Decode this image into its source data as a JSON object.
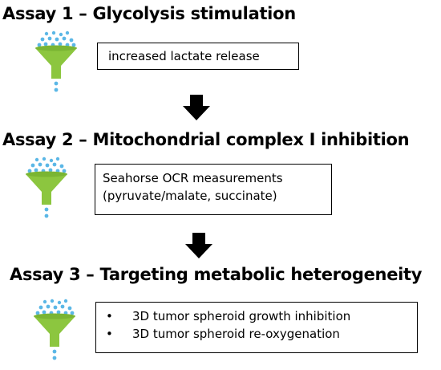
{
  "assays": [
    {
      "title": "Assay 1 – Glycolysis stimulation",
      "lines": [
        "increased lactate release"
      ]
    },
    {
      "title": "Assay 2 – Mitochondrial complex I inhibition",
      "lines": [
        "Seahorse OCR measurements",
        "(pyruvate/malate, succinate)"
      ]
    },
    {
      "title": "Assay 3 – Targeting metabolic heterogeneity",
      "bullet": "•",
      "lines": [
        "3D tumor spheroid growth inhibition",
        "3D tumor spheroid re-oxygenation"
      ]
    }
  ],
  "icons": {
    "funnel": "funnel-icon",
    "arrow": "down-arrow-icon"
  },
  "colors": {
    "funnel": "#8cc63f",
    "droplets": "#5bb7e6",
    "text": "#000000"
  }
}
